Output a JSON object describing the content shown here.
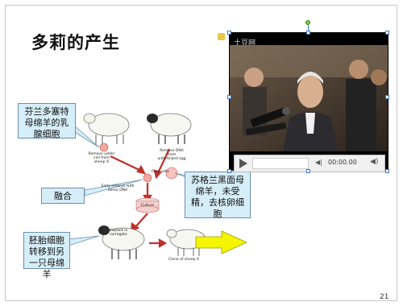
{
  "slide": {
    "title": "多莉的产生",
    "page_number": "21"
  },
  "callouts": {
    "c1": "芬兰多塞特母绵羊的乳腺细胞",
    "c2": "苏格兰黑面母绵羊，未受精，去核卵细胞",
    "c3": "融合",
    "c4": "胚胎细胞转移到另一只母绵羊"
  },
  "diagram_labels": {
    "remove_udder": "Remove udder cell from sheep X",
    "remove_dna": "Remove DNA from unfertilized egg",
    "fuse_cells": "Fuse cells",
    "early_embryo": "Early embryo with donor DNA",
    "culture": "Culture",
    "implant": "Implant in surrogate",
    "clone": "Clone of sheep X"
  },
  "video": {
    "source_label": "土豆网",
    "time": "00:00.00"
  },
  "colors": {
    "callout_bg": "#d6eef8",
    "arrow_yellow": "#f5f500",
    "arrow_red": "#c0302a"
  }
}
